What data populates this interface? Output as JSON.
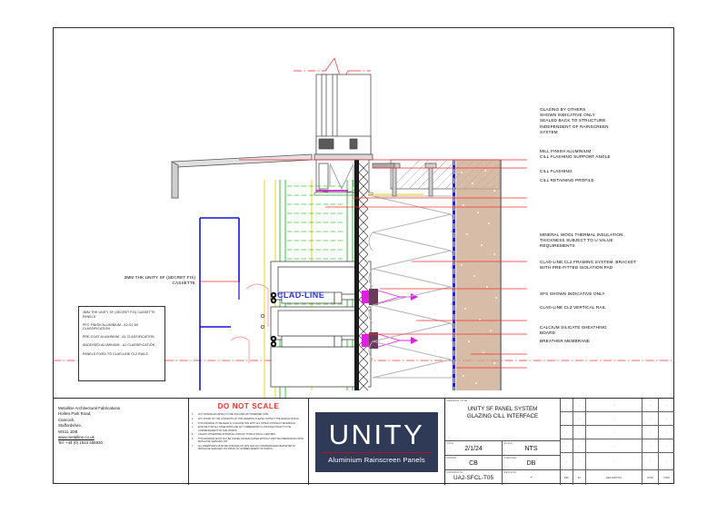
{
  "sheet": {
    "drawing_title_caption": "DRAWING TITLE",
    "drawing_title_line1": "UNITY SF PANEL SYSTEM",
    "drawing_title_line2": "GLAZING CILL INTERFACE"
  },
  "callouts_right": [
    {
      "text": "GLAZING BY OTHERS\nSHOWN INDICATIVE ONLY\nSEALED BACK TO STRUCTURE\nINDEPENDENT OF RAINSCREEN\nSYSTEM"
    },
    {
      "text": "MILL FINISH ALUMINIUM\nCILL FLASHING SUPPORT ANGLE"
    },
    {
      "text": "CILL FLASHING"
    },
    {
      "text": "CILL RETAINING PROFILE"
    },
    {
      "text": "MINERAL WOOL THERMAL INSULATION.\nTHICKNESS SUBJECT TO U VALUE\nREQUIREMENTS"
    },
    {
      "text": "CLAD-LINE CL2 FRAMING SYSTEM. BRACKET\nWITH PRE-FITTED ISOLATION PAD"
    },
    {
      "text": "SFS SHOWN INDICATIVE ONLY"
    },
    {
      "text": "CLAD-LINE CL2 VERTICAL RAIL"
    },
    {
      "text": "CALCIUM SILICATE SHEATHING\nBOARD"
    },
    {
      "text": "BREATHER MEMBRANE"
    }
  ],
  "callouts_left": [
    {
      "text": "3MM THK UNITY SF (SECRET FIX)\nCASSETTE"
    }
  ],
  "diagram_labels": {
    "clad_line": "CLAD-LINE"
  },
  "spec_box": [
    "3MM THK UNITY SF (SECRET FIX)\nCASSETTE PANELS",
    "PPC FINISH ALUMINIUM - A2-S1,D0\nCLASSIFICATION",
    "PRE-COAT ALUMINIUM - A1\nCLASSIFICATION",
    "ANODISED ALUMINIUM - A1\nCLASSIFICATION",
    "PANELS FIXED TO CLAD-LINE CL2\nRAILS"
  ],
  "company": {
    "name": "Metalline Architectural Fabrications",
    "address1": "Hollies Park Road,",
    "address2": "Cannock,",
    "address3": "Staffordshire,",
    "postcode": "WS11 1DB",
    "website": "www.metalline.co.uk",
    "telephone": "Tel: +44 (0) 1543 456930"
  },
  "notes": {
    "heading": "DO NOT SCALE",
    "items": [
      {
        "num": "1.",
        "text": "ANY DISSIMILAR METALS TO BE ISOLATED WITH BARRIER TAPE."
      },
      {
        "num": "2.",
        "text": "ANY DOUBT OF THE CONTENTS OF THIS DRAWING PLEASE CONTACT THE DESIGN OFFICE."
      },
      {
        "num": "3.",
        "text": "THIS DRAWING TO BE READ IN CONJUNCTION WITH ALL OTHER CONTRACT DRAWINGS."
      },
      {
        "num": "4.",
        "text": "ENSURE THAT ALL STEELWORK AND ANY TIMBERWORK IS CHECKED PRIOR TO THE COMMENCEMENT OF OUR WORKS."
      },
      {
        "num": "5.",
        "text": "UNLESS OTHERWISE STATED ALL FIXINGS TO BE AT 450mm CENTRES."
      },
      {
        "num": "6.",
        "text": "THIS DRAWING MUST NOT BE COPIED OR REPLICATED WITHOUT WRITTEN PERMISSION FROM METALLINE SERVICES LTD."
      },
      {
        "num": "7.",
        "text": "ALL DIMENSIONS MUST BE CHECKED ON SITE AND ANY DISCREPANCIES REPORTED TO METALLINE SERVICES LTD PRIOR TO COMMENCEMENT OF WORKS."
      }
    ]
  },
  "logo": {
    "brand": "UNITY",
    "tagline": "Aluminium Rainscreen Panels",
    "background": "#2e3a56",
    "rule_color": "#b5122a"
  },
  "title_block": {
    "date_caption": "DATE",
    "date_value": "2/1/24",
    "scale_caption": "SCALE",
    "scale_value": "NTS",
    "drawn_caption": "DRAWN",
    "drawn_value": "CB",
    "checked_caption": "CHECKED",
    "checked_value": "DB",
    "drawing_no_caption": "DRAWING No",
    "drawing_no_value": "UA2-SFCL-T05",
    "revision_caption": "REVISION",
    "revision_value": "-"
  },
  "revision_table": {
    "headers": [
      "REV",
      "BY",
      "DESCRIPTION",
      "DATE",
      "CHKD"
    ],
    "rows": [
      [
        "-",
        "-",
        "-",
        "-",
        "-"
      ],
      [
        "-",
        "-",
        "-",
        "-",
        "-"
      ],
      [
        "-",
        "-",
        "-",
        "-",
        "-"
      ],
      [
        "-",
        "-",
        "-",
        "-",
        "-"
      ],
      [
        "-",
        "-",
        "-",
        "-",
        "-"
      ]
    ]
  },
  "colors": {
    "leader": "#ff2b2b",
    "cassette": "#1414e0",
    "insulation_line": "#00b400",
    "clad_text": "#2b36d8",
    "bracket": "#e020e0",
    "board": "#c9a68a"
  }
}
